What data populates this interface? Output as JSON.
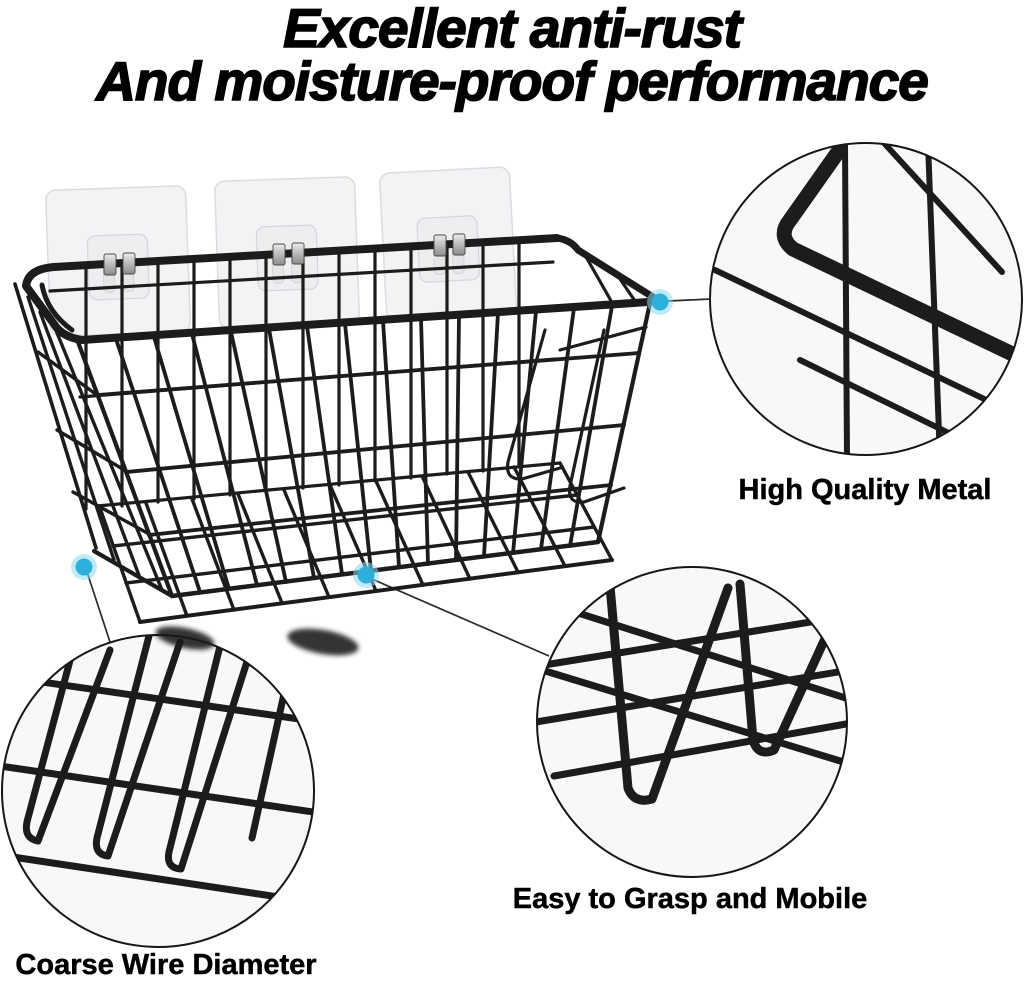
{
  "title": {
    "line1": "Excellent anti-rust",
    "line2": "And moisture-proof performance"
  },
  "callouts": [
    {
      "id": "top-right",
      "label": "High Quality Metal"
    },
    {
      "id": "bottom-left",
      "label": "Coarse Wire Diameter"
    },
    {
      "id": "bottom-middle",
      "label": "Easy to Grasp and Mobile"
    }
  ],
  "colors": {
    "background": "#ffffff",
    "text": "#000000",
    "wire": "#1c1c1c",
    "accent": "#2fb0dc",
    "accent_halo": "#8ed8f0",
    "circle_fill": "#f8f8f8",
    "plate_fill": "#f2f2f4"
  }
}
